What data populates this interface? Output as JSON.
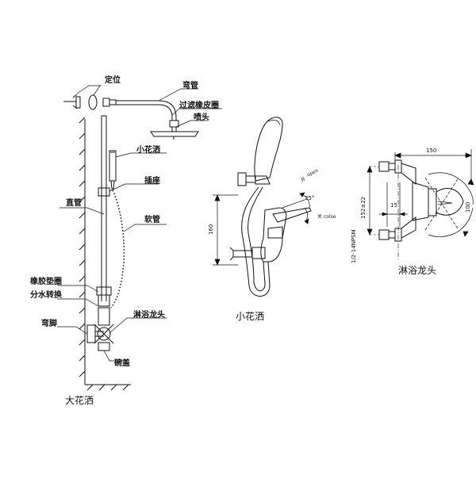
{
  "labels": {
    "dingwei": "定位",
    "wanguan": "弯管",
    "guolv": "过滤橡皮圈",
    "pentou": "喷头",
    "xiaohuasa_label": "小花洒",
    "chazuo": "插座",
    "zhiguan": "直管",
    "ruanguan": "软管",
    "xiangjiao": "橡胶垫圈",
    "fenshui": "分水转换",
    "linyu_label": "淋浴龙头",
    "wanjiao": "弯脚",
    "wangai": "碗盖"
  },
  "captions": {
    "left": "大花洒",
    "middle": "小花洒",
    "right": "淋浴龙头"
  },
  "dimensions": {
    "mid_height": "160",
    "mid_angle": "25°",
    "mid_open_cn": "开",
    "mid_open_en": "open",
    "mid_close_cn": "关",
    "mid_close_en": "colse",
    "right_width": "150",
    "right_height": "152±22",
    "right_thread": "1/2-14NPSM",
    "right_offset": "15",
    "right_radius": "100"
  }
}
